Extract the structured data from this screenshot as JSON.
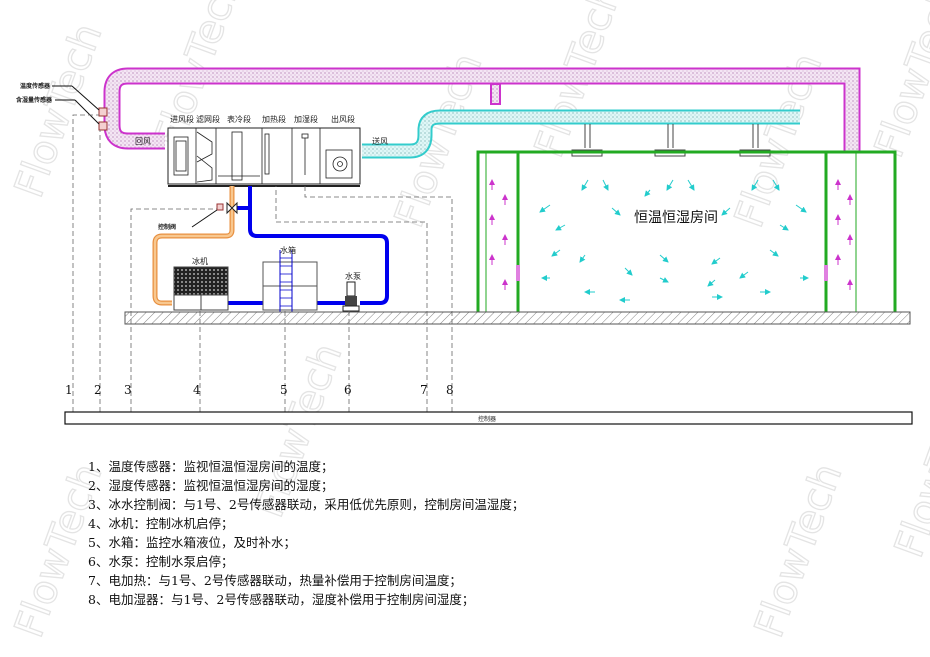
{
  "watermark": "FlowTech",
  "sensors": {
    "temperature": "温度传感器",
    "humidity": "含湿量传感器"
  },
  "ahu": {
    "return_air": "回风",
    "supply_air": "送风",
    "sections": [
      "进风段",
      "滤网段",
      "表冷段",
      "加热段",
      "加湿段",
      "出风段"
    ]
  },
  "equipment": {
    "valve": "控制阀",
    "chiller": "冰机",
    "tank": "水箱",
    "pump": "水泵"
  },
  "room": {
    "title": "恒温恒湿房间"
  },
  "control_points": [
    "1",
    "2",
    "3",
    "4",
    "5",
    "6",
    "7",
    "8"
  ],
  "controller": "控制器",
  "notes": [
    "1、温度传感器：监视恒温恒湿房间的温度；",
    "2、湿度传感器：监视恒温恒湿房间的湿度；",
    "3、冰水控制阀：与1号、2号传感器联动，采用低优先原则，控制房间温湿度；",
    "4、冰机：控制冰机启停；",
    "5、水箱：监控水箱液位，及时补水；",
    "6、水泵：控制水泵启停；",
    "7、电加热：与1号、2号传感器联动，热量补偿用于控制房间温度；",
    "8、电加湿器：与1号、2号传感器联动，湿度补偿用于控制房间湿度；"
  ],
  "colors": {
    "return_duct": "#cc33cc",
    "supply_duct": "#33cccc",
    "chilled_supply": "#f0a050",
    "water_return": "#0000ee",
    "room_frame": "#22aa22",
    "airflow_arrow_cool": "#22cccc",
    "airflow_arrow_return": "#cc33cc"
  }
}
